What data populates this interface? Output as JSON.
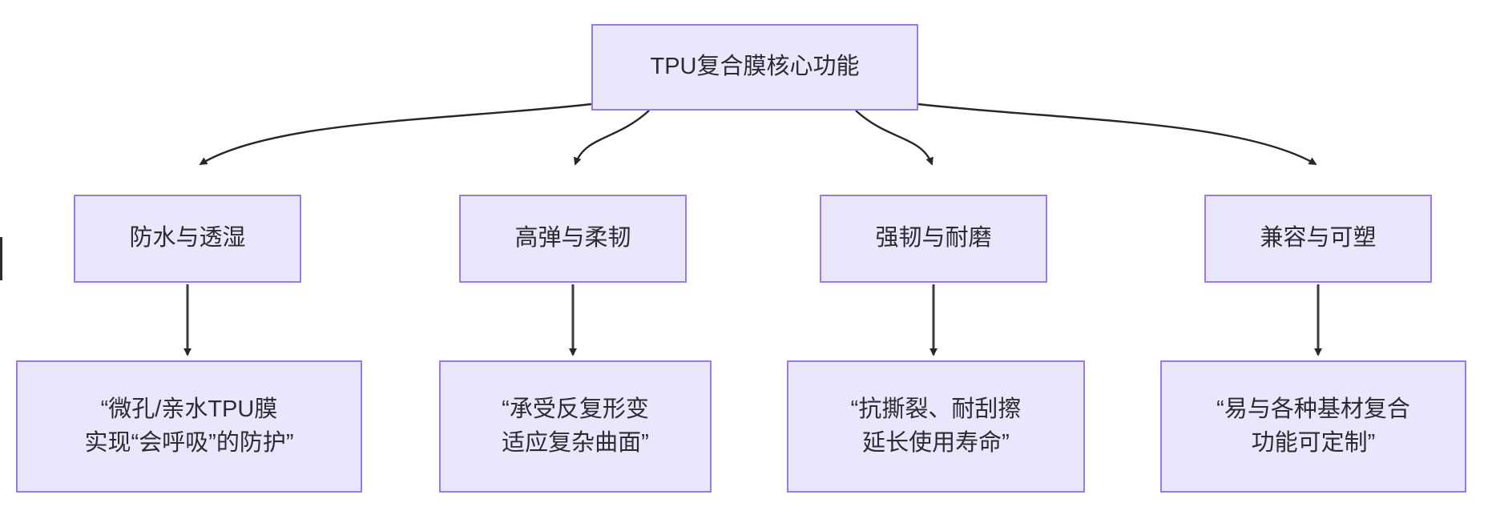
{
  "diagram": {
    "type": "flowchart",
    "direction": "top-down",
    "title_node": {
      "id": "root",
      "label": "TPU复合膜核心功能"
    },
    "branches": [
      {
        "id": "b0",
        "category": "防水与透湿",
        "detail": "“微孔/亲水TPU膜\n实现“会呼吸”的防护”"
      },
      {
        "id": "b1",
        "category": "高弹与柔韧",
        "detail": "“承受反复形变\n适应复杂曲面”"
      },
      {
        "id": "b2",
        "category": "强韧与耐磨",
        "detail": "“抗撕裂、耐刮擦\n延长使用寿命”"
      },
      {
        "id": "b3",
        "category": "兼容与可塑",
        "detail": "“易与各种基材复合\n功能可定制”"
      }
    ],
    "style": {
      "node_fill": "#eae7fc",
      "node_border": "#9a7ae6",
      "text_color": "#2b2b31",
      "edge_color": "#26262b",
      "canvas_background": "#ffffff"
    }
  }
}
